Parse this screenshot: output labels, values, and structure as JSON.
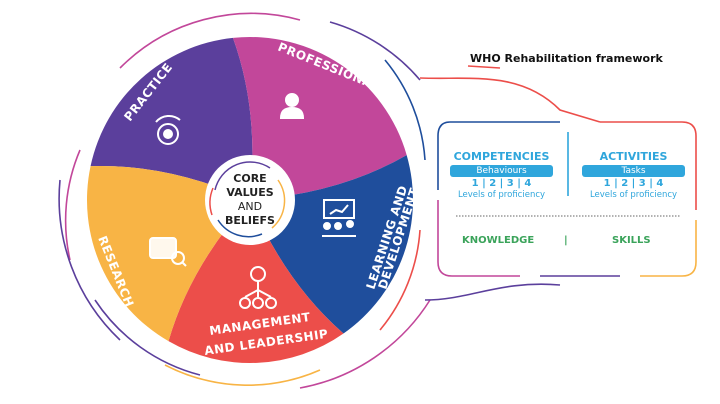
{
  "title": "WHO Rehabilitation framework",
  "wheel": {
    "center": [
      "CORE",
      "VALUES",
      "AND",
      "BELIEFS"
    ],
    "segments": [
      {
        "label": "PRACTICE",
        "icon": "gear-person-icon",
        "color": "#c2479a"
      },
      {
        "label": "PROFESSIONALISM",
        "icon": "person-icon",
        "color": "#1f4e9c"
      },
      {
        "label": "LEARNING AND",
        "label2": "DEVELOPMENT",
        "icon": "presentation-icon",
        "color": "#ec4e4a"
      },
      {
        "label": "MANAGEMENT",
        "label2": "AND LEADERSHIP",
        "icon": "org-chart-icon",
        "color": "#f8b445"
      },
      {
        "label": "RESEARCH",
        "icon": "research-magnifier-icon",
        "color": "#5b3f9c"
      }
    ]
  },
  "framework": {
    "competencies": {
      "title": "COMPETENCIES",
      "bar": "Behaviours",
      "levels": "1 | 2 | 3 | 4",
      "caption": "Levels of proficiency"
    },
    "activities": {
      "title": "ACTIVITIES",
      "bar": "Tasks",
      "levels": "1 | 2 | 3 | 4",
      "caption": "Levels of proficiency"
    },
    "knowledge": "KNOWLEDGE",
    "separator": "|",
    "skills": "SKILLS"
  }
}
